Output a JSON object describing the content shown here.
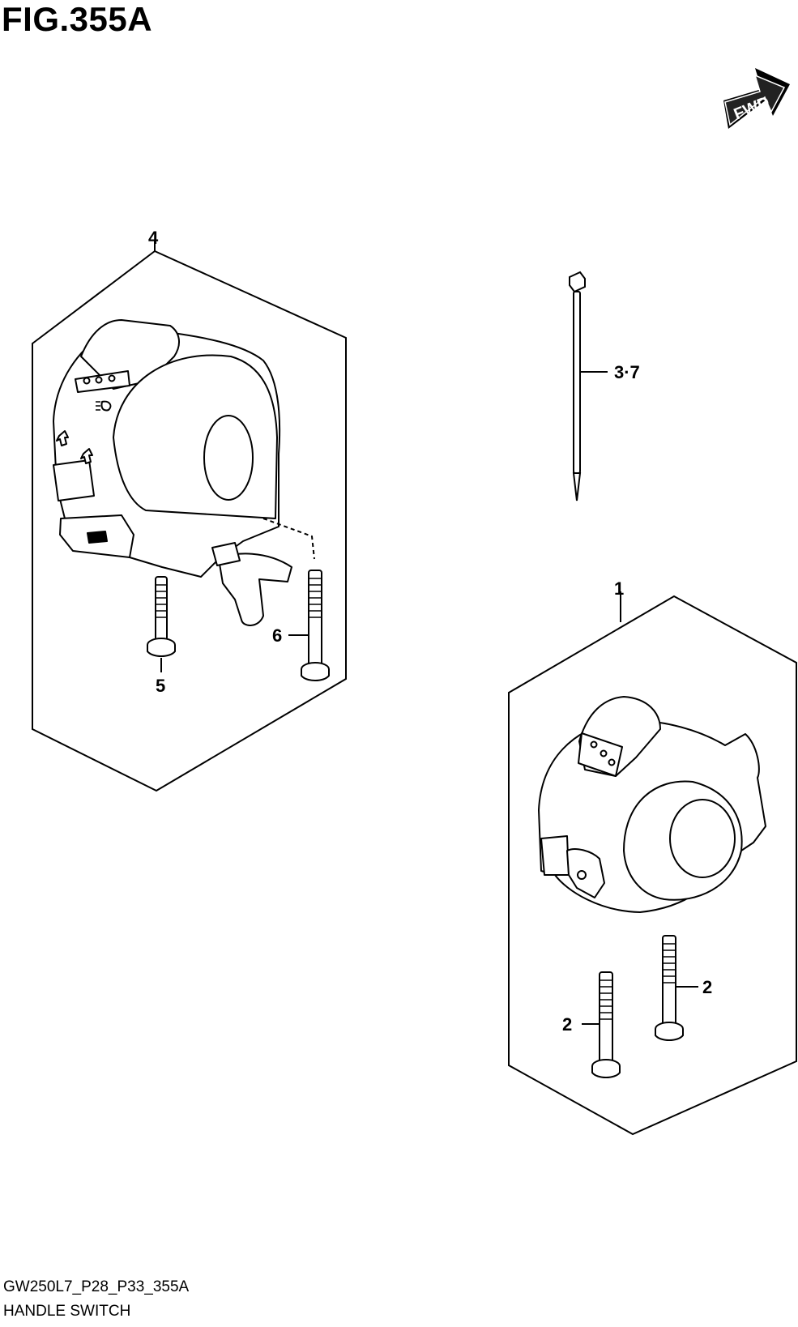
{
  "figure": {
    "title": "FIG.355A"
  },
  "direction_arrow": {
    "label": "FWD",
    "icon": "forward-arrow-icon"
  },
  "parts": {
    "left_switch_set": {
      "ref": "4"
    },
    "left_screw_short": {
      "ref": "5"
    },
    "left_screw_long": {
      "ref": "6"
    },
    "cable_tie": {
      "ref": "3·7"
    },
    "right_switch_set": {
      "ref": "1"
    },
    "right_screw_a": {
      "ref": "2"
    },
    "right_screw_b": {
      "ref": "2"
    }
  },
  "footer": {
    "code": "GW250L7_P28_P33_355A",
    "name": "HANDLE SWITCH"
  }
}
